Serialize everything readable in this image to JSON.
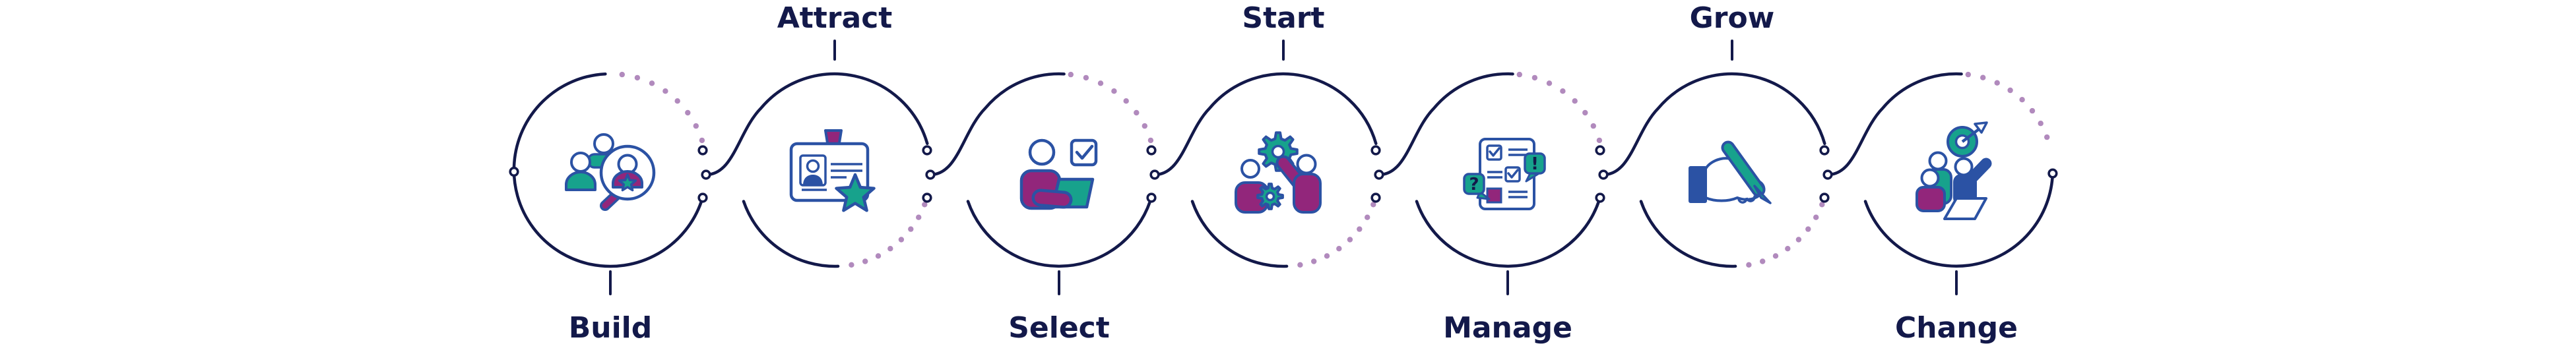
{
  "diagram": {
    "type": "process-cycle-chain",
    "stages": [
      {
        "label": "Build",
        "label_position": "below",
        "icon": "team-search"
      },
      {
        "label": "Attract",
        "label_position": "above",
        "icon": "id-badge-star"
      },
      {
        "label": "Select",
        "label_position": "below",
        "icon": "folder-check"
      },
      {
        "label": "Start",
        "label_position": "above",
        "icon": "team-gears"
      },
      {
        "label": "Manage",
        "label_position": "below",
        "icon": "checklist-feedback"
      },
      {
        "label": "Grow",
        "label_position": "above",
        "icon": "hand-pen-signature"
      },
      {
        "label": "Change",
        "label_position": "below",
        "icon": "team-target"
      }
    ],
    "colors": {
      "navy": "#13194a",
      "blue": "#2b52a4",
      "teal": "#17a28c",
      "magenta": "#92267b",
      "lavender": "#b18abd",
      "background": "#ffffff"
    }
  }
}
